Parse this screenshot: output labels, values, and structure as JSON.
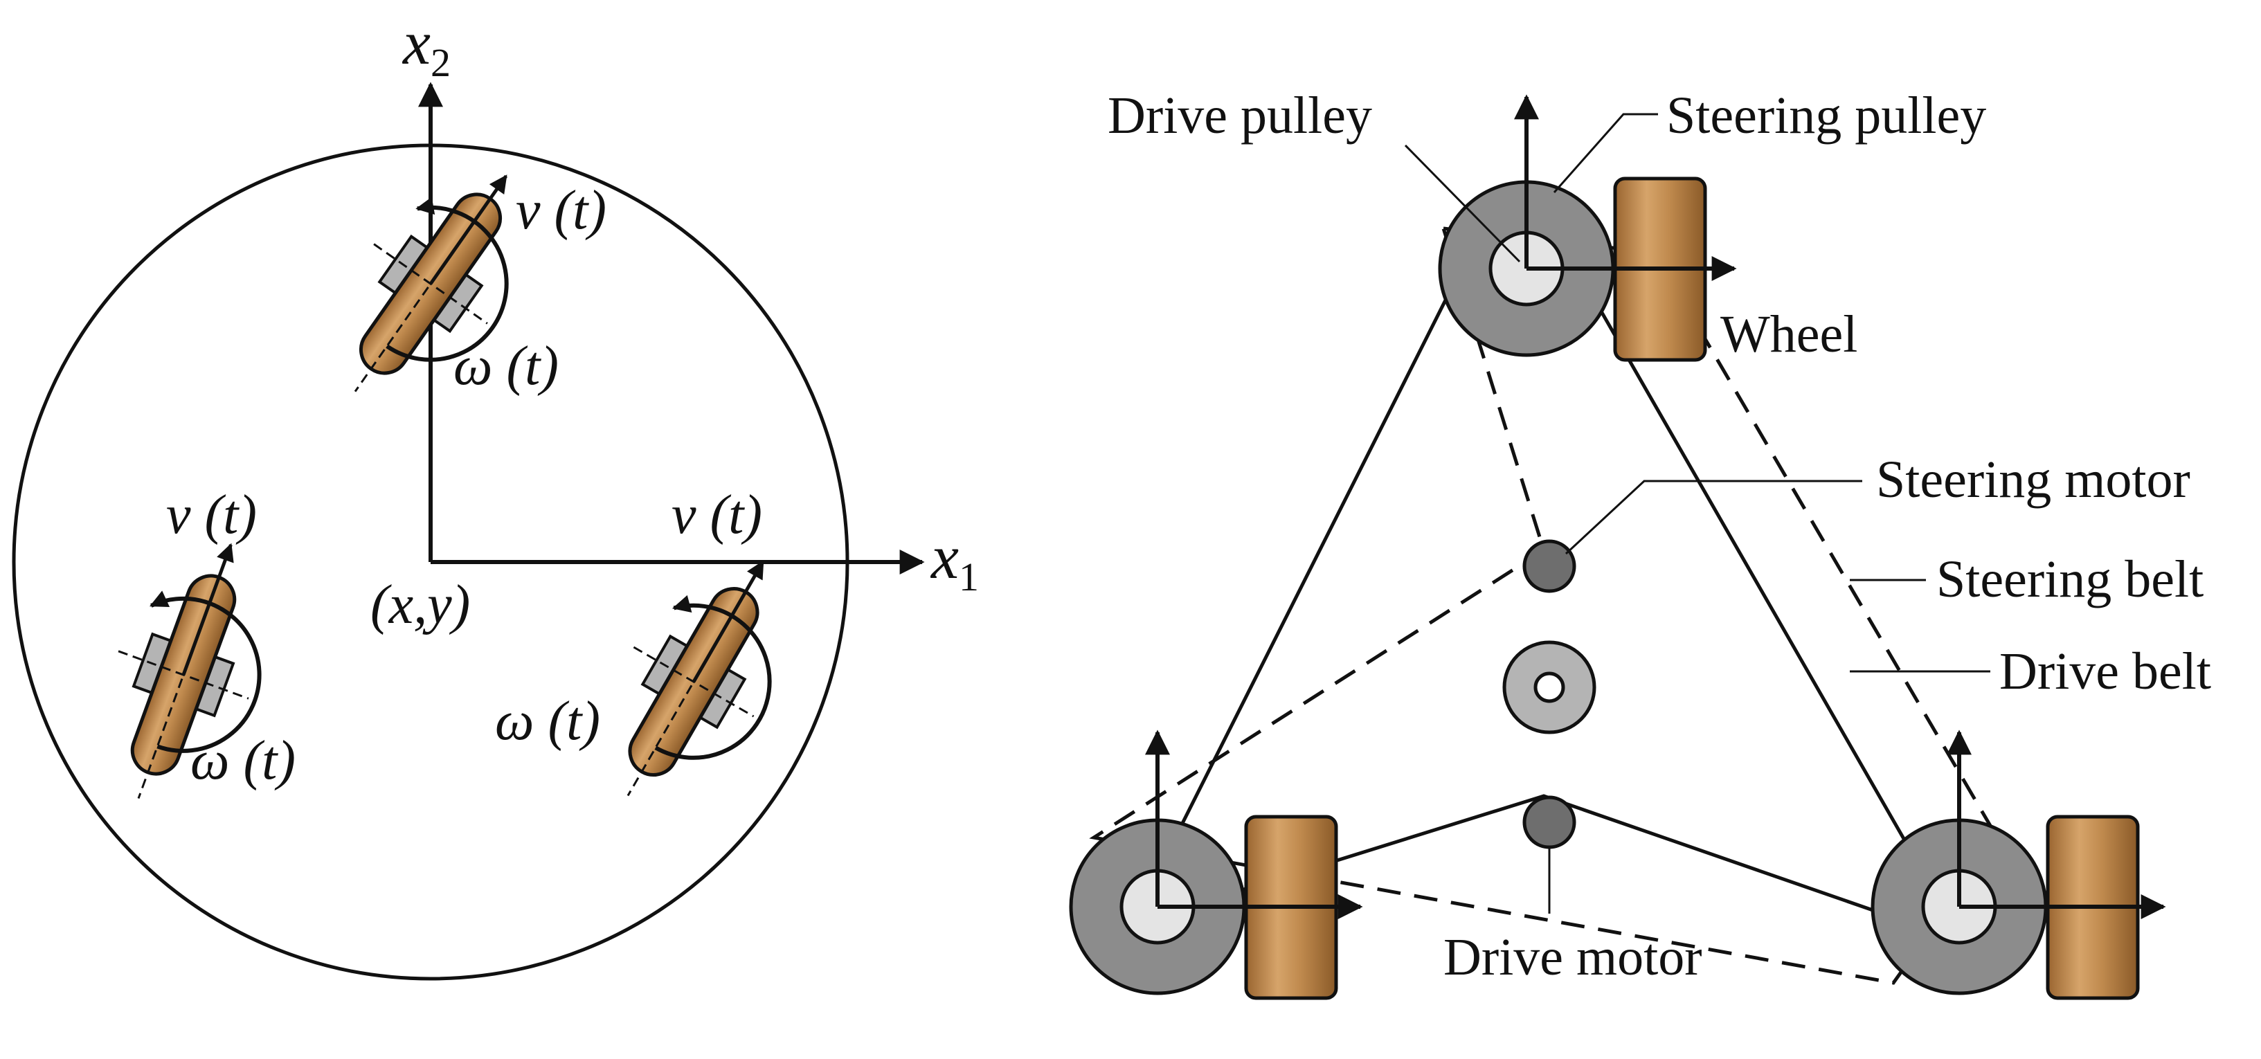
{
  "left_diagram": {
    "axis_x_label": "x",
    "axis_x_sub": "1",
    "axis_y_label": "x",
    "axis_y_sub": "2",
    "origin_label": "(x,y)",
    "wheel_top_v": "v (t)",
    "wheel_top_w": "ω (t)",
    "wheel_left_v": "v (t)",
    "wheel_left_w": "ω (t)",
    "wheel_right_v": "v (t)",
    "wheel_right_w": "ω (t)"
  },
  "right_diagram": {
    "drive_pulley": "Drive pulley",
    "steering_pulley": "Steering pulley",
    "wheel": "Wheel",
    "steering_motor": "Steering motor",
    "steering_belt": "Steering belt",
    "drive_belt": "Drive belt",
    "drive_motor": "Drive motor"
  },
  "colors": {
    "wheel_wood": "#C08A4E",
    "wheel_dark": "#8A5A28",
    "pulley_gray": "#8C8C8C",
    "hub_light": "#E4E4E4",
    "motor_gray": "#6E6E6E",
    "block_gray": "#B4B4B4",
    "stroke": "#111111"
  }
}
